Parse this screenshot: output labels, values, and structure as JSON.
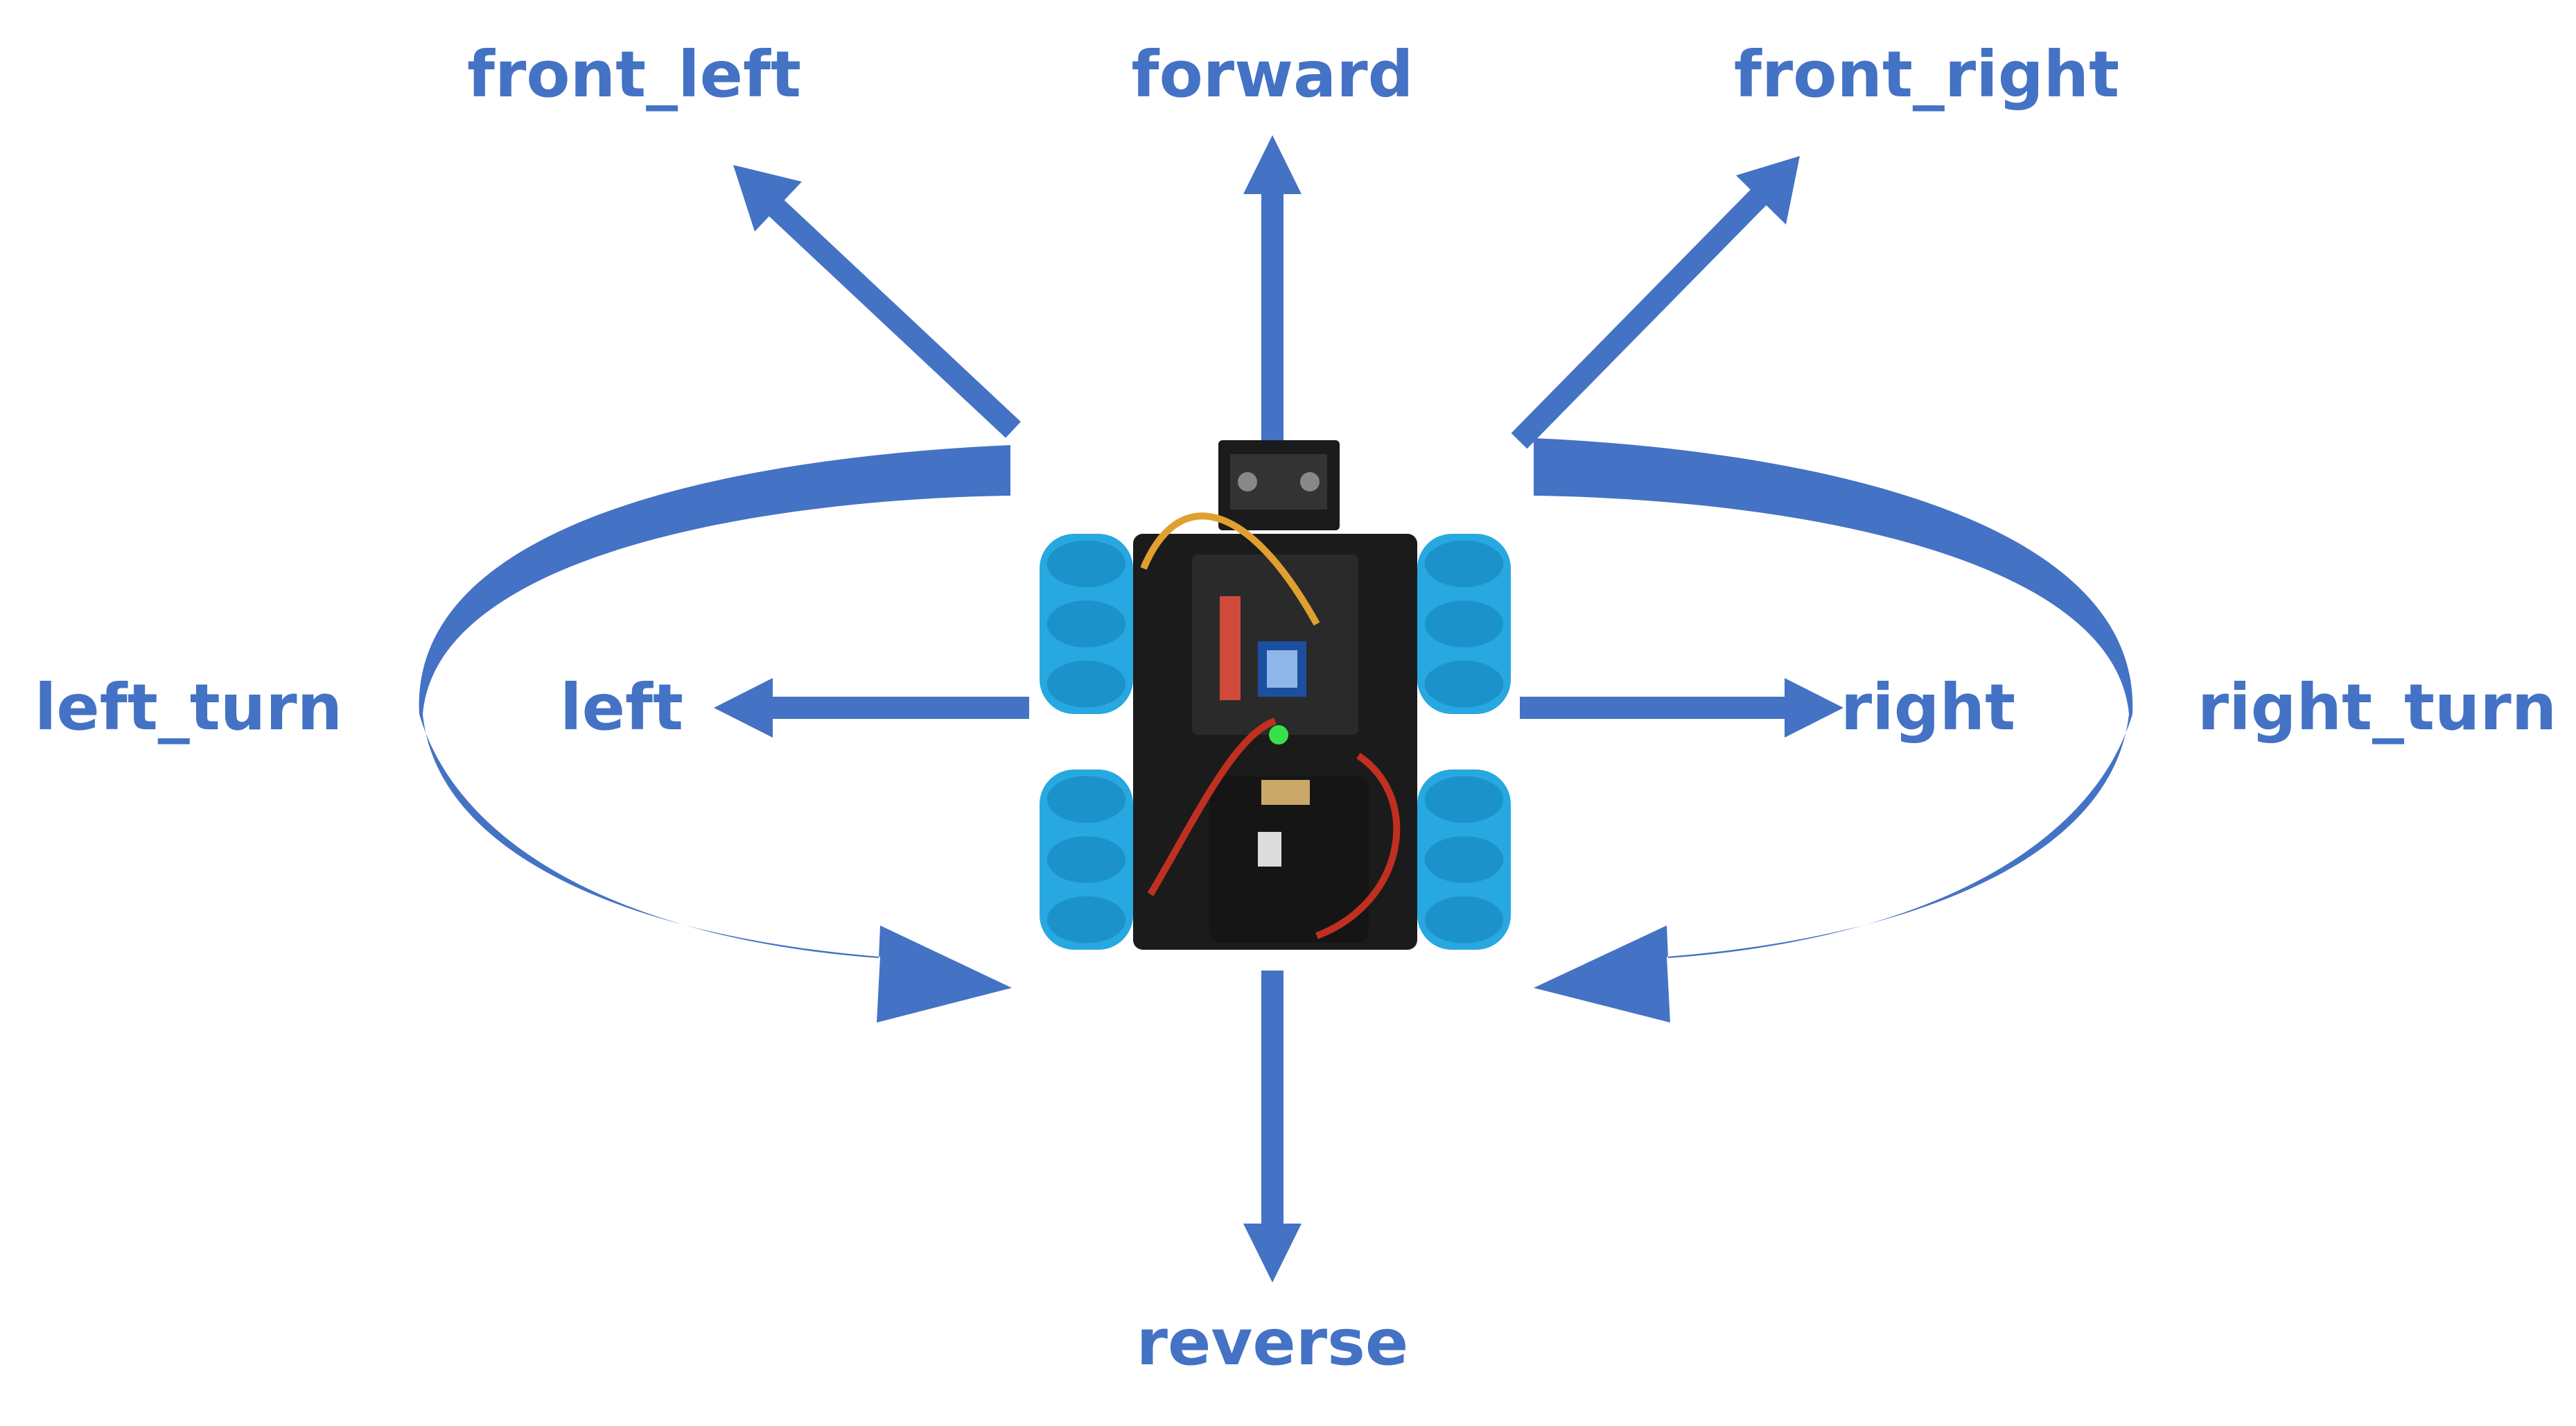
{
  "diagram": {
    "labels": {
      "front_left": "front_left",
      "forward": "forward",
      "front_right": "front_right",
      "left_turn": "left_turn",
      "left": "left",
      "right": "right",
      "right_turn": "right_turn",
      "reverse": "reverse"
    },
    "colors": {
      "arrow": "#4472c4",
      "arrow_dark": "#3a5ea6",
      "label": "#4472c4",
      "wheel": "#27a8e0",
      "wheel_dark": "#1480b8",
      "chassis": "#1b1b1b",
      "board": "#2a2a2a"
    },
    "icons": {
      "robot": "mecanum-robot-car"
    }
  }
}
